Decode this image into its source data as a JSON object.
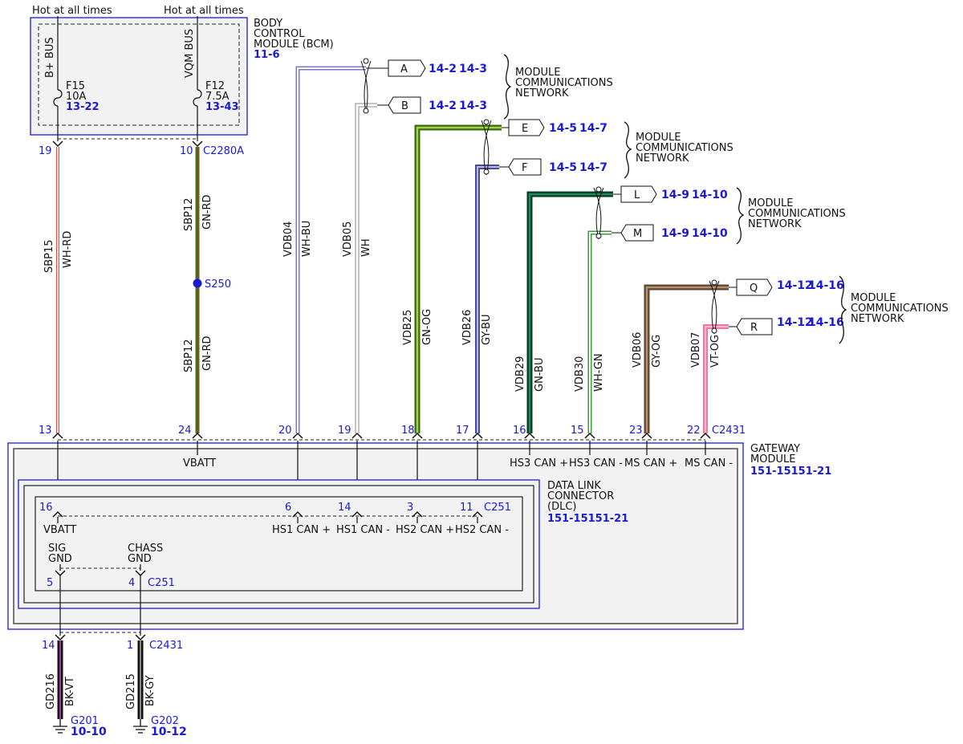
{
  "top_labels": {
    "left": "Hot at all times",
    "right": "Hot at all times"
  },
  "bcm": {
    "title_lines": [
      "BODY",
      "CONTROL",
      "MODULE (BCM)"
    ],
    "ref": "11-6",
    "bus_left": "B+ BUS",
    "bus_right": "VQM BUS",
    "fuse_left": {
      "name": "F15",
      "rating": "10A",
      "ref": "13-22"
    },
    "fuse_right": {
      "name": "F12",
      "rating": "7.5A",
      "ref": "13-43"
    },
    "pin_left": "19",
    "pin_right": "10",
    "connector": "C2280A"
  },
  "splice": {
    "name": "S250"
  },
  "network_label": [
    "MODULE",
    "COMMUNICATIONS",
    "NETWORK"
  ],
  "connectors": [
    {
      "letter": "A",
      "ref1": "14-2",
      "ref2": "14-3"
    },
    {
      "letter": "B",
      "ref1": "14-2",
      "ref2": "14-3"
    },
    {
      "letter": "E",
      "ref1": "14-5",
      "ref2": "14-7"
    },
    {
      "letter": "F",
      "ref1": "14-5",
      "ref2": "14-7"
    },
    {
      "letter": "L",
      "ref1": "14-9",
      "ref2": "14-10"
    },
    {
      "letter": "M",
      "ref1": "14-9",
      "ref2": "14-10"
    },
    {
      "letter": "Q",
      "ref1": "14-12",
      "ref2": "14-16"
    },
    {
      "letter": "R",
      "ref1": "14-12",
      "ref2": "14-16"
    }
  ],
  "wires": [
    {
      "circuit": "SBP15",
      "color": "WH-RD",
      "pin": "13"
    },
    {
      "circuit": "SBP12",
      "color": "GN-RD",
      "pin": "24"
    },
    {
      "circuit": "VDB04",
      "color": "WH-BU",
      "pin": "20"
    },
    {
      "circuit": "VDB05",
      "color": "WH",
      "pin": "19"
    },
    {
      "circuit": "VDB25",
      "color": "GN-OG",
      "pin": "18"
    },
    {
      "circuit": "VDB26",
      "color": "GY-BU",
      "pin": "17"
    },
    {
      "circuit": "VDB29",
      "color": "GN-BU",
      "pin": "16"
    },
    {
      "circuit": "VDB30",
      "color": "WH-GN",
      "pin": "15"
    },
    {
      "circuit": "VDB06",
      "color": "GY-OG",
      "pin": "23"
    },
    {
      "circuit": "VDB07",
      "color": "VT-OG",
      "pin": "22"
    }
  ],
  "sbp12_lower": {
    "circuit": "SBP12",
    "color": "GN-RD"
  },
  "gateway": {
    "title_lines": [
      "GATEWAY",
      "MODULE"
    ],
    "ref": "151-15151-21",
    "connector": "C2431",
    "vbatt": "VBATT",
    "can_labels": [
      "HS3 CAN +",
      "HS3 CAN -",
      "MS CAN +",
      "MS CAN -"
    ]
  },
  "dlc": {
    "title_lines": [
      "DATA LINK",
      "CONNECTOR",
      "(DLC)"
    ],
    "ref": "151-15151-21",
    "connector": "C251",
    "pin_vbatt": "16",
    "vbatt": "VBATT",
    "pins": [
      {
        "pin": "6",
        "label": "HS1 CAN +"
      },
      {
        "pin": "14",
        "label": "HS1 CAN -"
      },
      {
        "pin": "3",
        "label": "HS2 CAN +"
      },
      {
        "pin": "11",
        "label": "HS2 CAN -"
      }
    ],
    "sig_gnd": [
      "SIG",
      "GND"
    ],
    "chass_gnd": [
      "CHASS",
      "GND"
    ],
    "pin_sig": "5",
    "pin_chass": "4",
    "gnd_connector": "C251"
  },
  "ground_wires": [
    {
      "pin": "14",
      "circuit": "GD216",
      "color": "BK-VT",
      "ground": "G201",
      "ref": "10-10"
    },
    {
      "pin": "1",
      "circuit": "GD215",
      "color": "BK-GY",
      "ground": "G202",
      "ref": "10-12"
    }
  ],
  "ground_connector": "C2431",
  "colors": {
    "wh_rd": "#d9534f",
    "gn_rd": "#3a7d1e",
    "gn_og": "#5ca01f",
    "gy_bu": "#5a5aa8",
    "gn_bu": "#0f5a3a",
    "wh_gn": "#3c9a3c",
    "gy_og": "#8a6a48",
    "vt_og": "#e97aa8",
    "link_blue": "#1a1ad6",
    "module_fill": "#f2f2f2"
  }
}
